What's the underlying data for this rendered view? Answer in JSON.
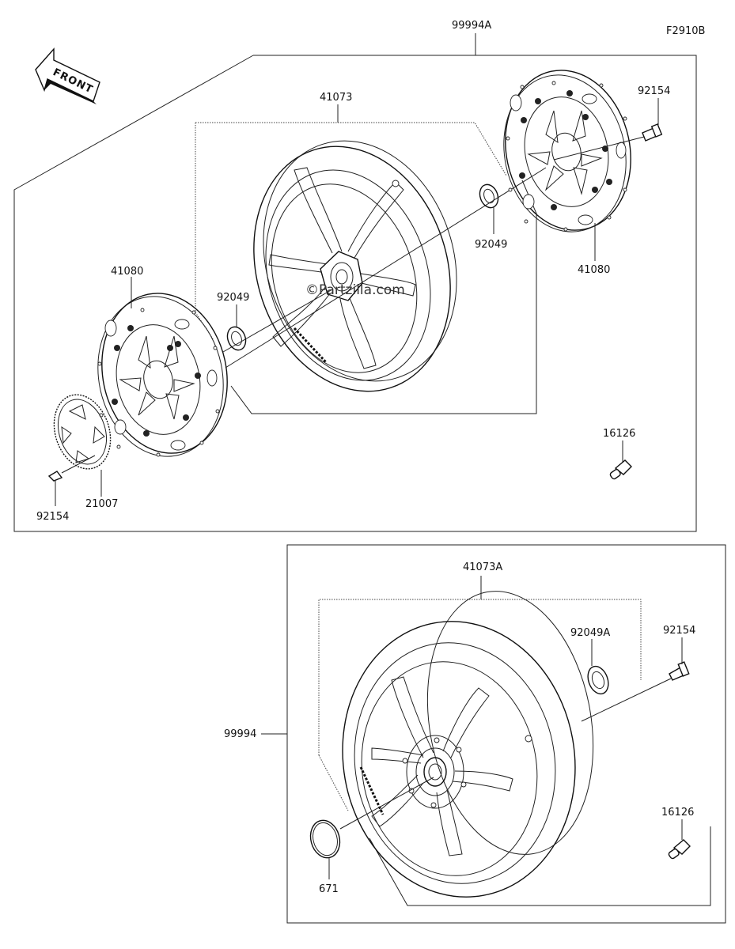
{
  "figure_code": "F2910B",
  "front_label": "FRONT",
  "watermark": "©Partzilla.com",
  "labels": {
    "assy_top": "99994A",
    "wheel_top": "41073",
    "bolt_top_right": "92154",
    "seal_top_right": "92049",
    "disc_right": "41080",
    "disc_left": "41080",
    "seal_left": "92049",
    "valve_top": "16126",
    "bolt_bottom_left": "92154",
    "rotor_sensor": "21007",
    "wheel_bottom": "41073A",
    "seal_bottom": "92049A",
    "bolt_bottom_right": "92154",
    "assy_bottom": "99994",
    "valve_bottom": "16126",
    "ring_bottom": "671"
  }
}
